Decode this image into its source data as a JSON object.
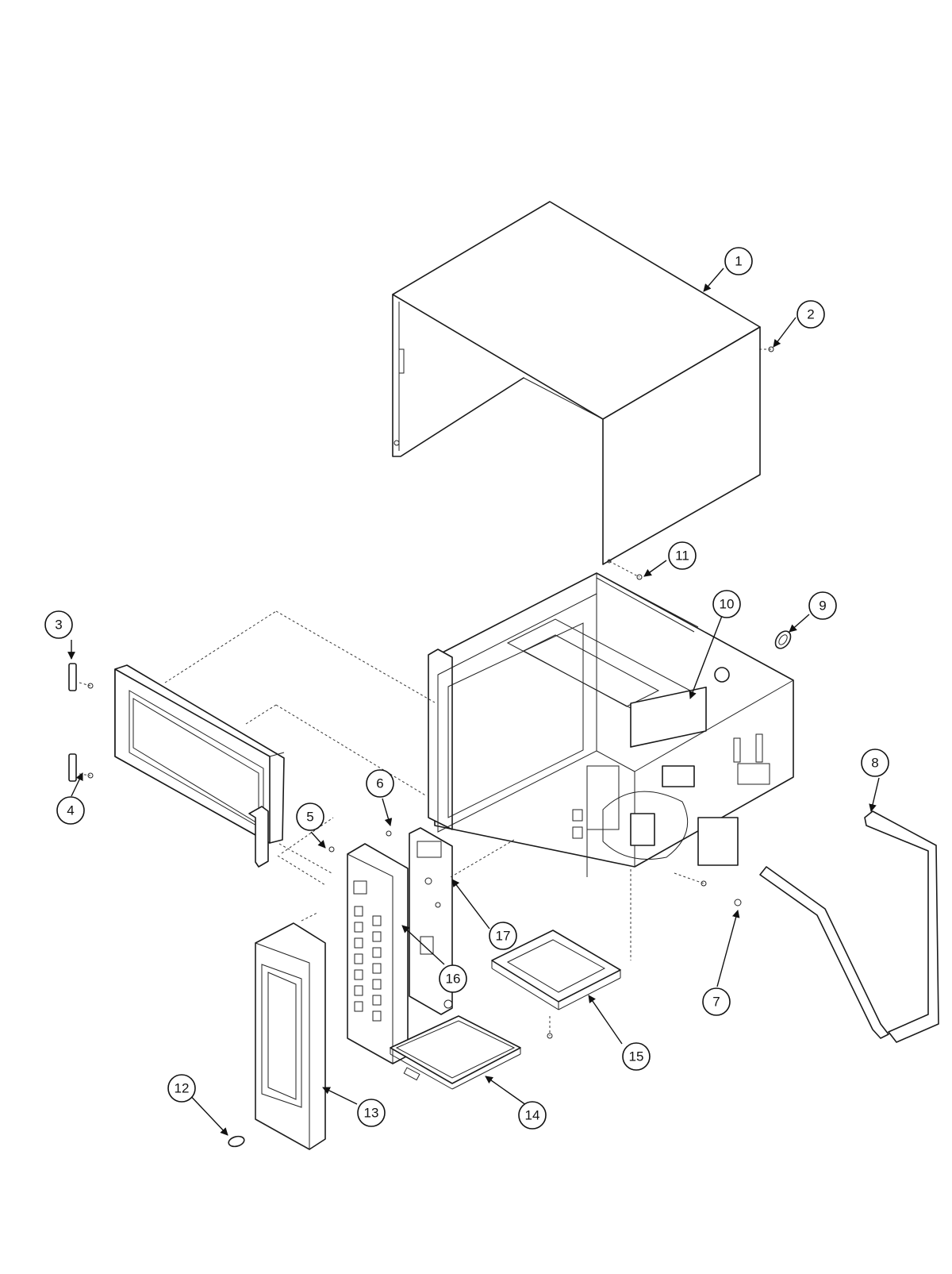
{
  "diagram": {
    "callouts": [
      {
        "id": "1",
        "label": "1"
      },
      {
        "id": "2",
        "label": "2"
      },
      {
        "id": "3",
        "label": "3"
      },
      {
        "id": "4",
        "label": "4"
      },
      {
        "id": "5",
        "label": "5"
      },
      {
        "id": "6",
        "label": "6"
      },
      {
        "id": "7",
        "label": "7"
      },
      {
        "id": "8",
        "label": "8"
      },
      {
        "id": "9",
        "label": "9"
      },
      {
        "id": "10",
        "label": "10"
      },
      {
        "id": "11",
        "label": "11"
      },
      {
        "id": "12",
        "label": "12"
      },
      {
        "id": "13",
        "label": "13"
      },
      {
        "id": "14",
        "label": "14"
      },
      {
        "id": "15",
        "label": "15"
      },
      {
        "id": "16",
        "label": "16"
      },
      {
        "id": "17",
        "label": "17"
      }
    ]
  }
}
